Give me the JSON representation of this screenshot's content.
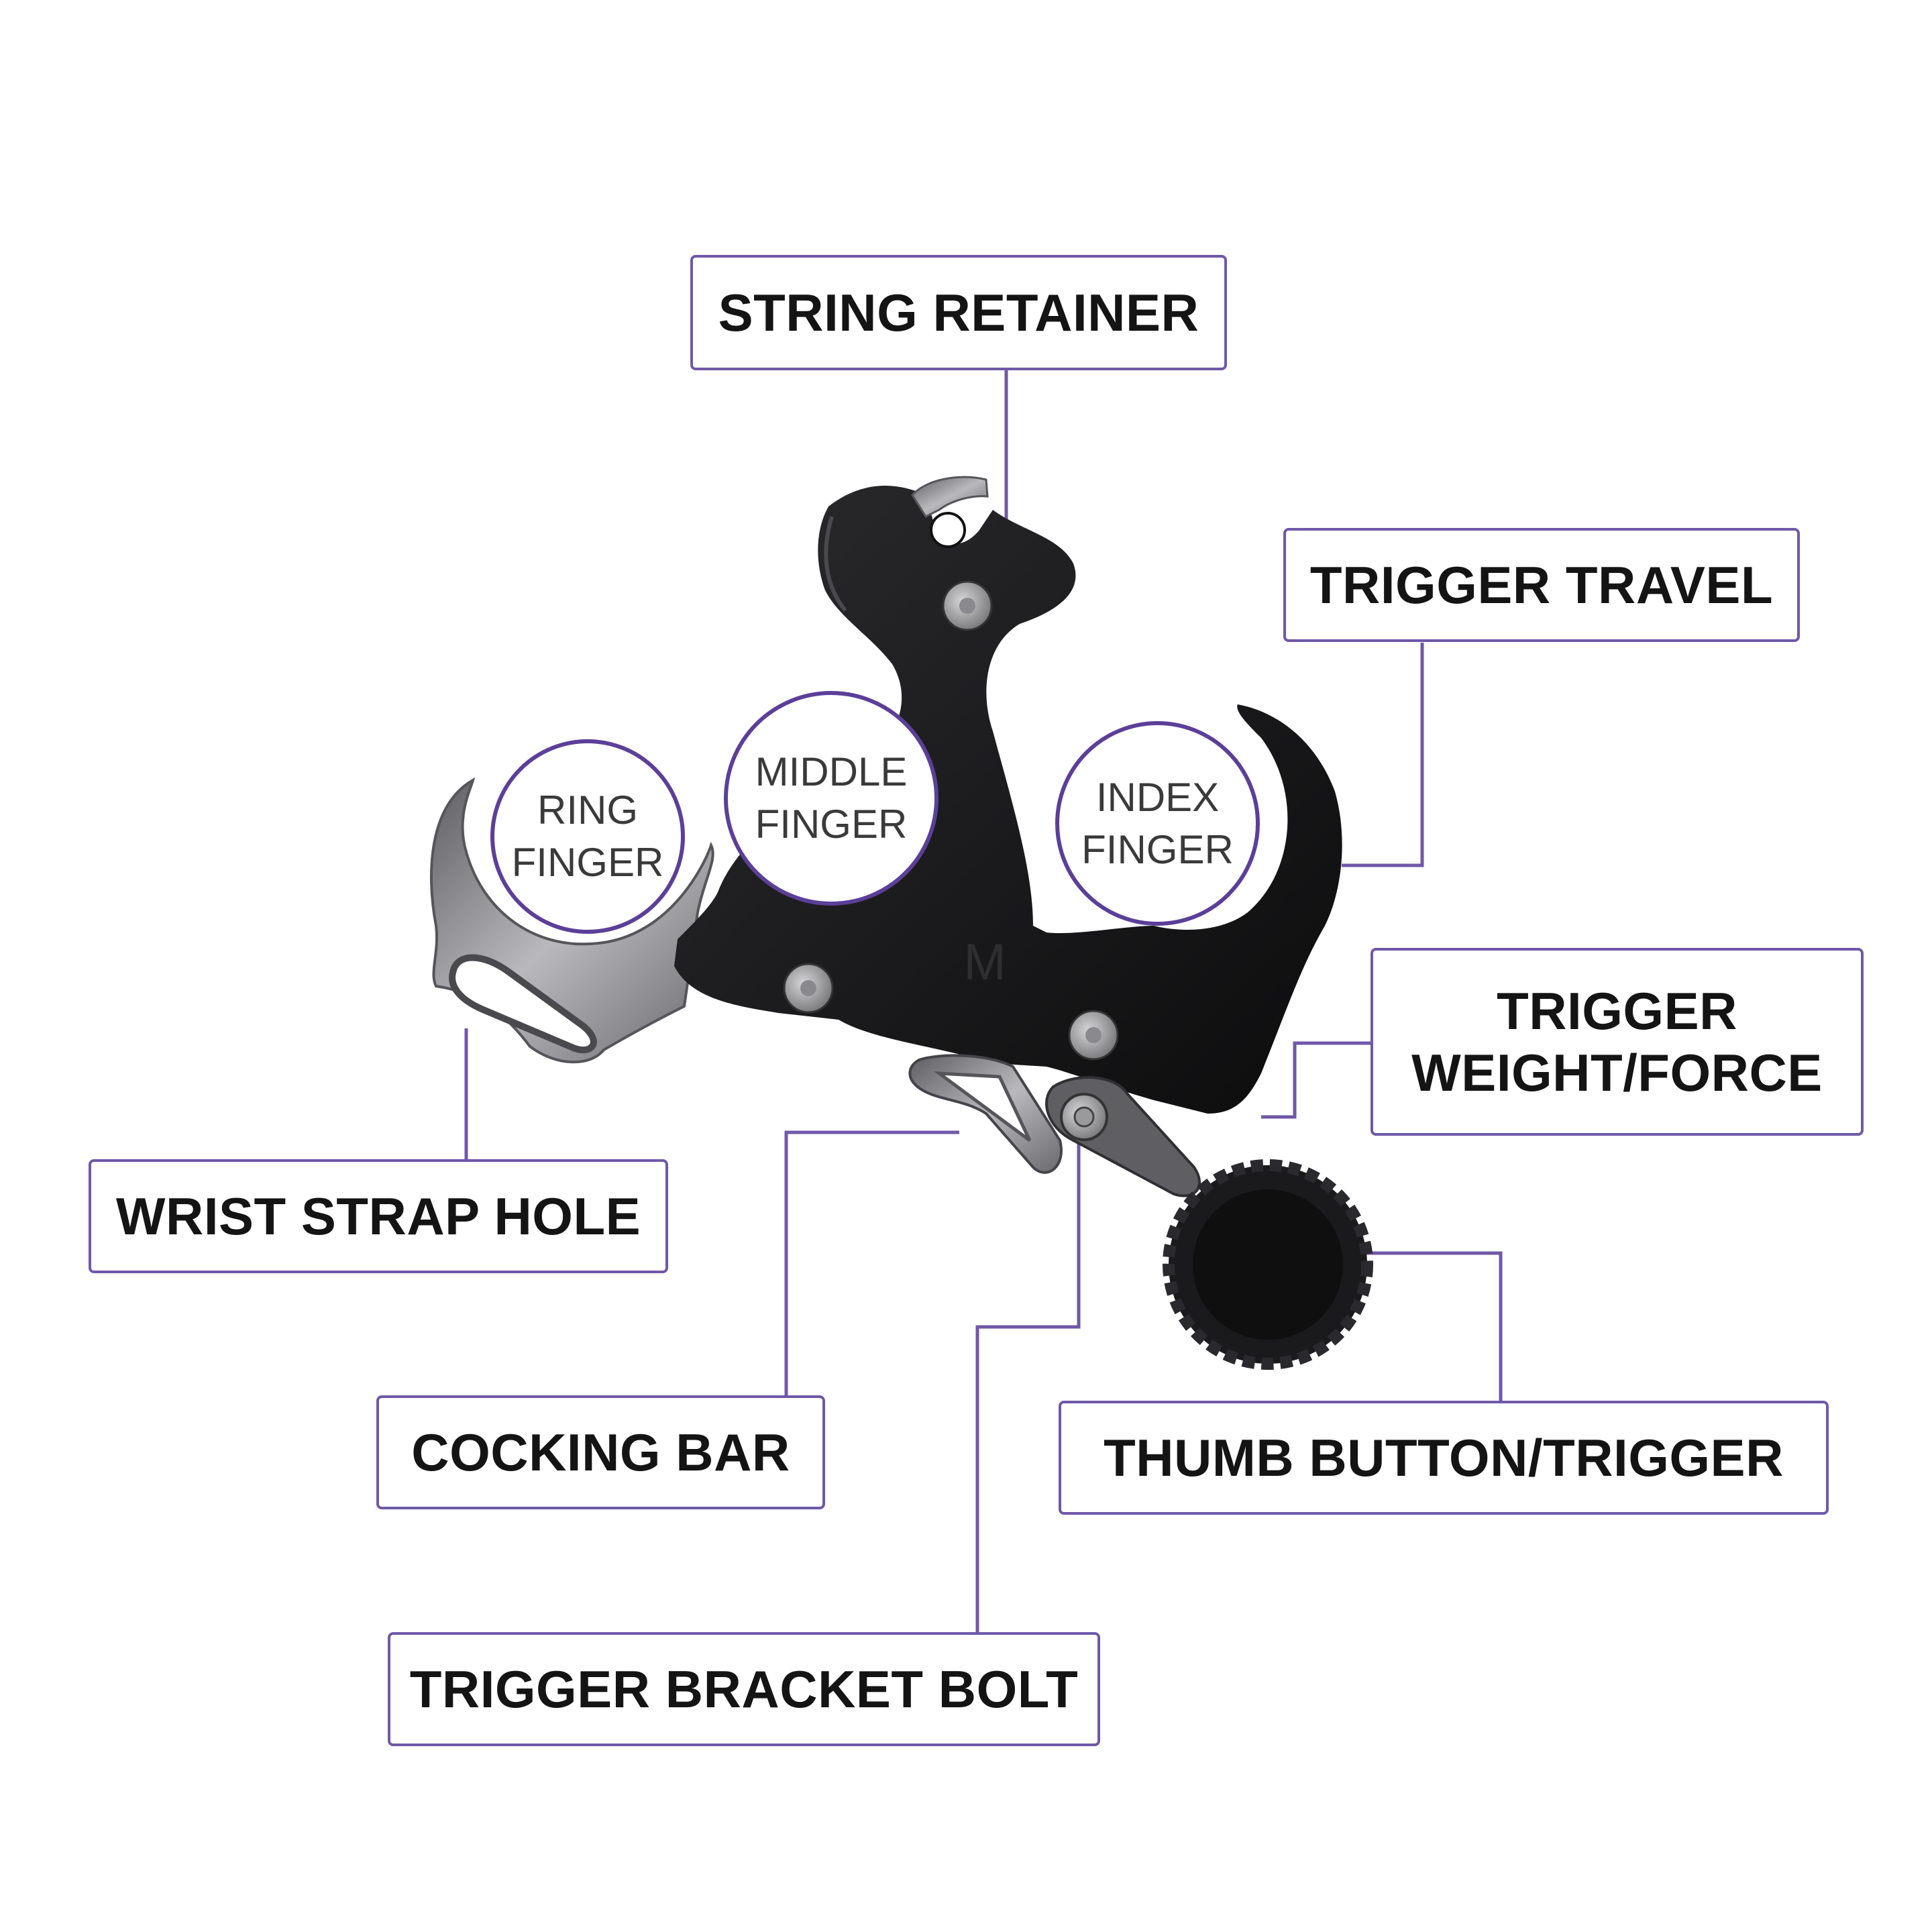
{
  "labels": {
    "string_retainer": "STRING RETAINER",
    "trigger_travel": "TRIGGER TRAVEL",
    "trigger_weight_line1": "TRIGGER",
    "trigger_weight_line2": "WEIGHT/FORCE",
    "wrist_strap_hole": "WRIST STRAP HOLE",
    "cocking_bar": "COCKING BAR",
    "thumb_button": "THUMB BUTTON/TRIGGER",
    "trigger_bracket_bolt": "TRIGGER BRACKET BOLT"
  },
  "fingers": {
    "ring_line1": "RING",
    "ring_line2": "FINGER",
    "middle_line1": "MIDDLE",
    "middle_line2": "FINGER",
    "index_line1": "INDEX",
    "index_line2": "FINGER"
  },
  "logo_mark": "M",
  "colors": {
    "accent": "#6f58a8",
    "body": "#141416",
    "metal": "#8e8e92"
  }
}
